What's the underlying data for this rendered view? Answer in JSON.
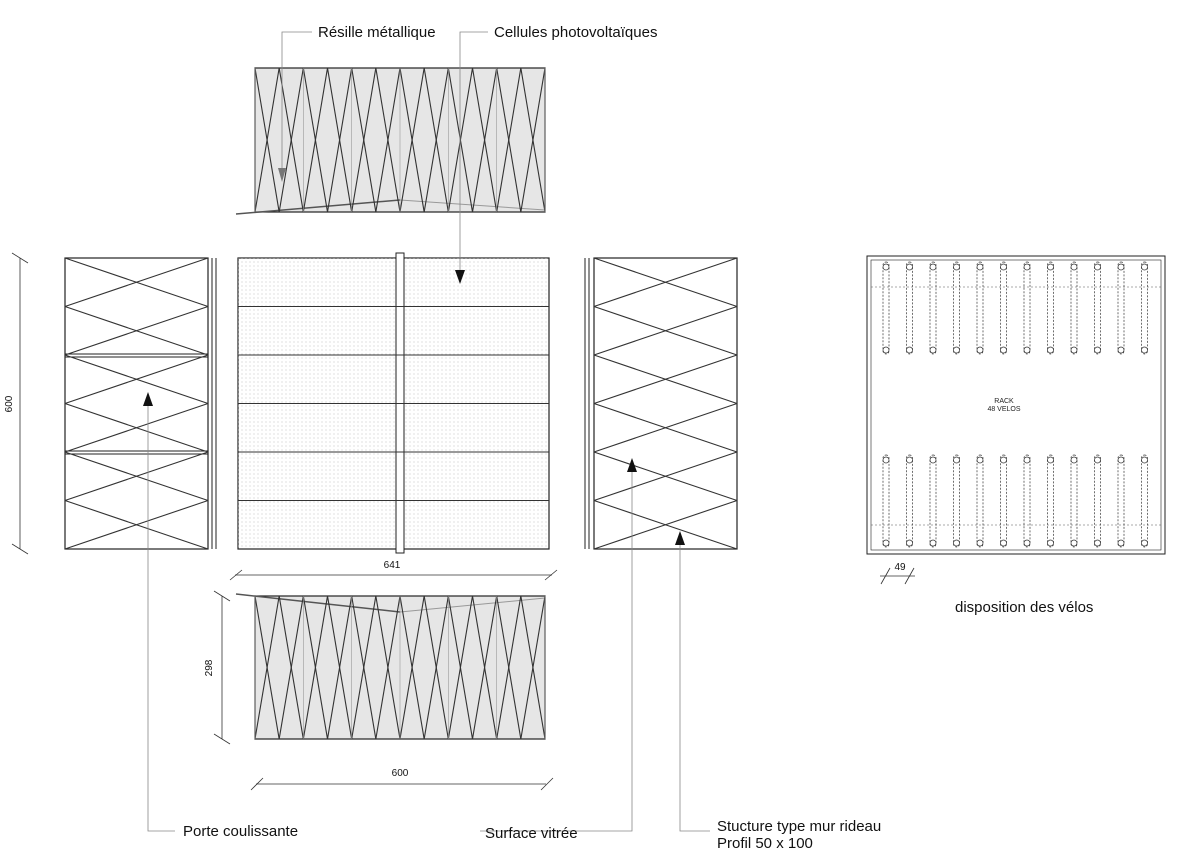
{
  "labels": {
    "resille": "Résille métallique",
    "cellules": "Cellules photovoltaïques",
    "porte": "Porte coulissante",
    "surface": "Surface vitrée",
    "structure_line1": "Stucture type mur rideau",
    "structure_line2": "Profil 50 x 100",
    "disposition": "disposition des vélos"
  },
  "dimensions": {
    "height_left": "600",
    "width_roof": "641",
    "height_bottom": "298",
    "width_bottom": "600",
    "rack_spacing": "49"
  },
  "rack": {
    "line1": "RACK",
    "line2": "48 VELOS"
  },
  "colors": {
    "line": "#222222",
    "panel_fill": "#e6e6e6",
    "leader": "#888888"
  }
}
